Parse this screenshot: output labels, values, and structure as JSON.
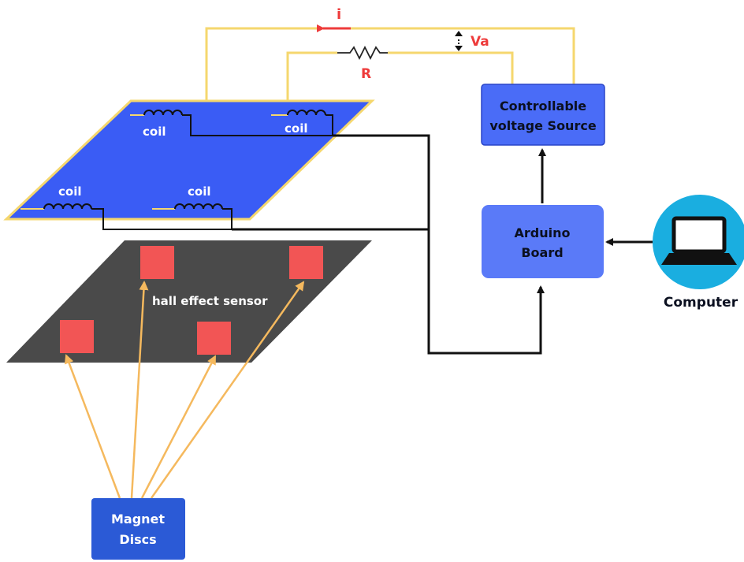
{
  "labels": {
    "current": "i",
    "voltage": "Va",
    "resistor": "R",
    "coils": [
      "coil",
      "coil",
      "coil",
      "coil"
    ],
    "sensor": "hall effect sensor",
    "computer": "Computer"
  },
  "blocks": {
    "voltage_source": [
      "Controllable",
      "voltage Source"
    ],
    "arduino": [
      "Arduino",
      "Board"
    ],
    "magnets": [
      "Magnet",
      "Discs"
    ]
  },
  "colors": {
    "coil_plane": "#3a5cf5",
    "coil_plane_border": "#f5d76e",
    "sensor_plane": "#4a4a4a",
    "sensor_pad": "#f25555",
    "voltage_box": "#4a6cf7",
    "arduino_box": "#5a7af8",
    "magnet_box": "#2b5ad6",
    "computer_circle": "#1aaee0",
    "yellow_wire": "#f5d76e",
    "orange_arrow": "#f5b95e",
    "red_accent": "#ee3b3b"
  }
}
